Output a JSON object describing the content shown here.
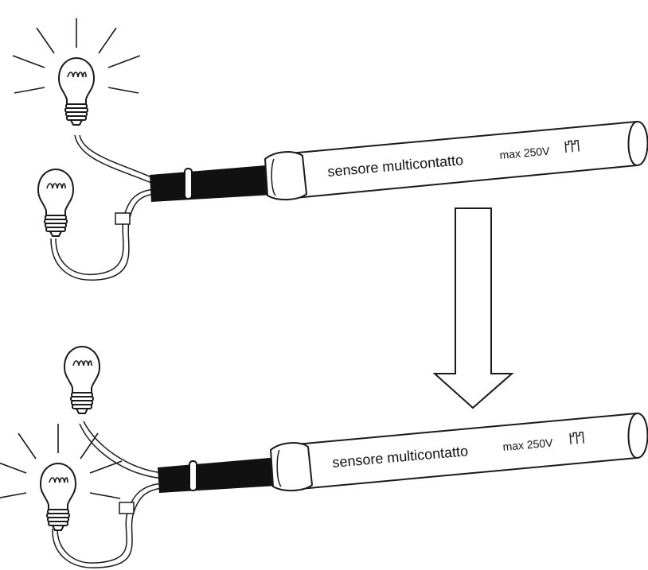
{
  "top": {
    "sensor_label": "sensore multicontatto",
    "voltage_label": "max 250V",
    "lit_bulb": "upper"
  },
  "bottom": {
    "sensor_label": "sensore multicontatto",
    "voltage_label": "max 250V",
    "lit_bulb": "lower"
  },
  "arrow": {
    "direction": "down"
  },
  "icons": [
    "light-bulb-icon",
    "down-arrow-icon",
    "circuit-symbol-icon"
  ]
}
